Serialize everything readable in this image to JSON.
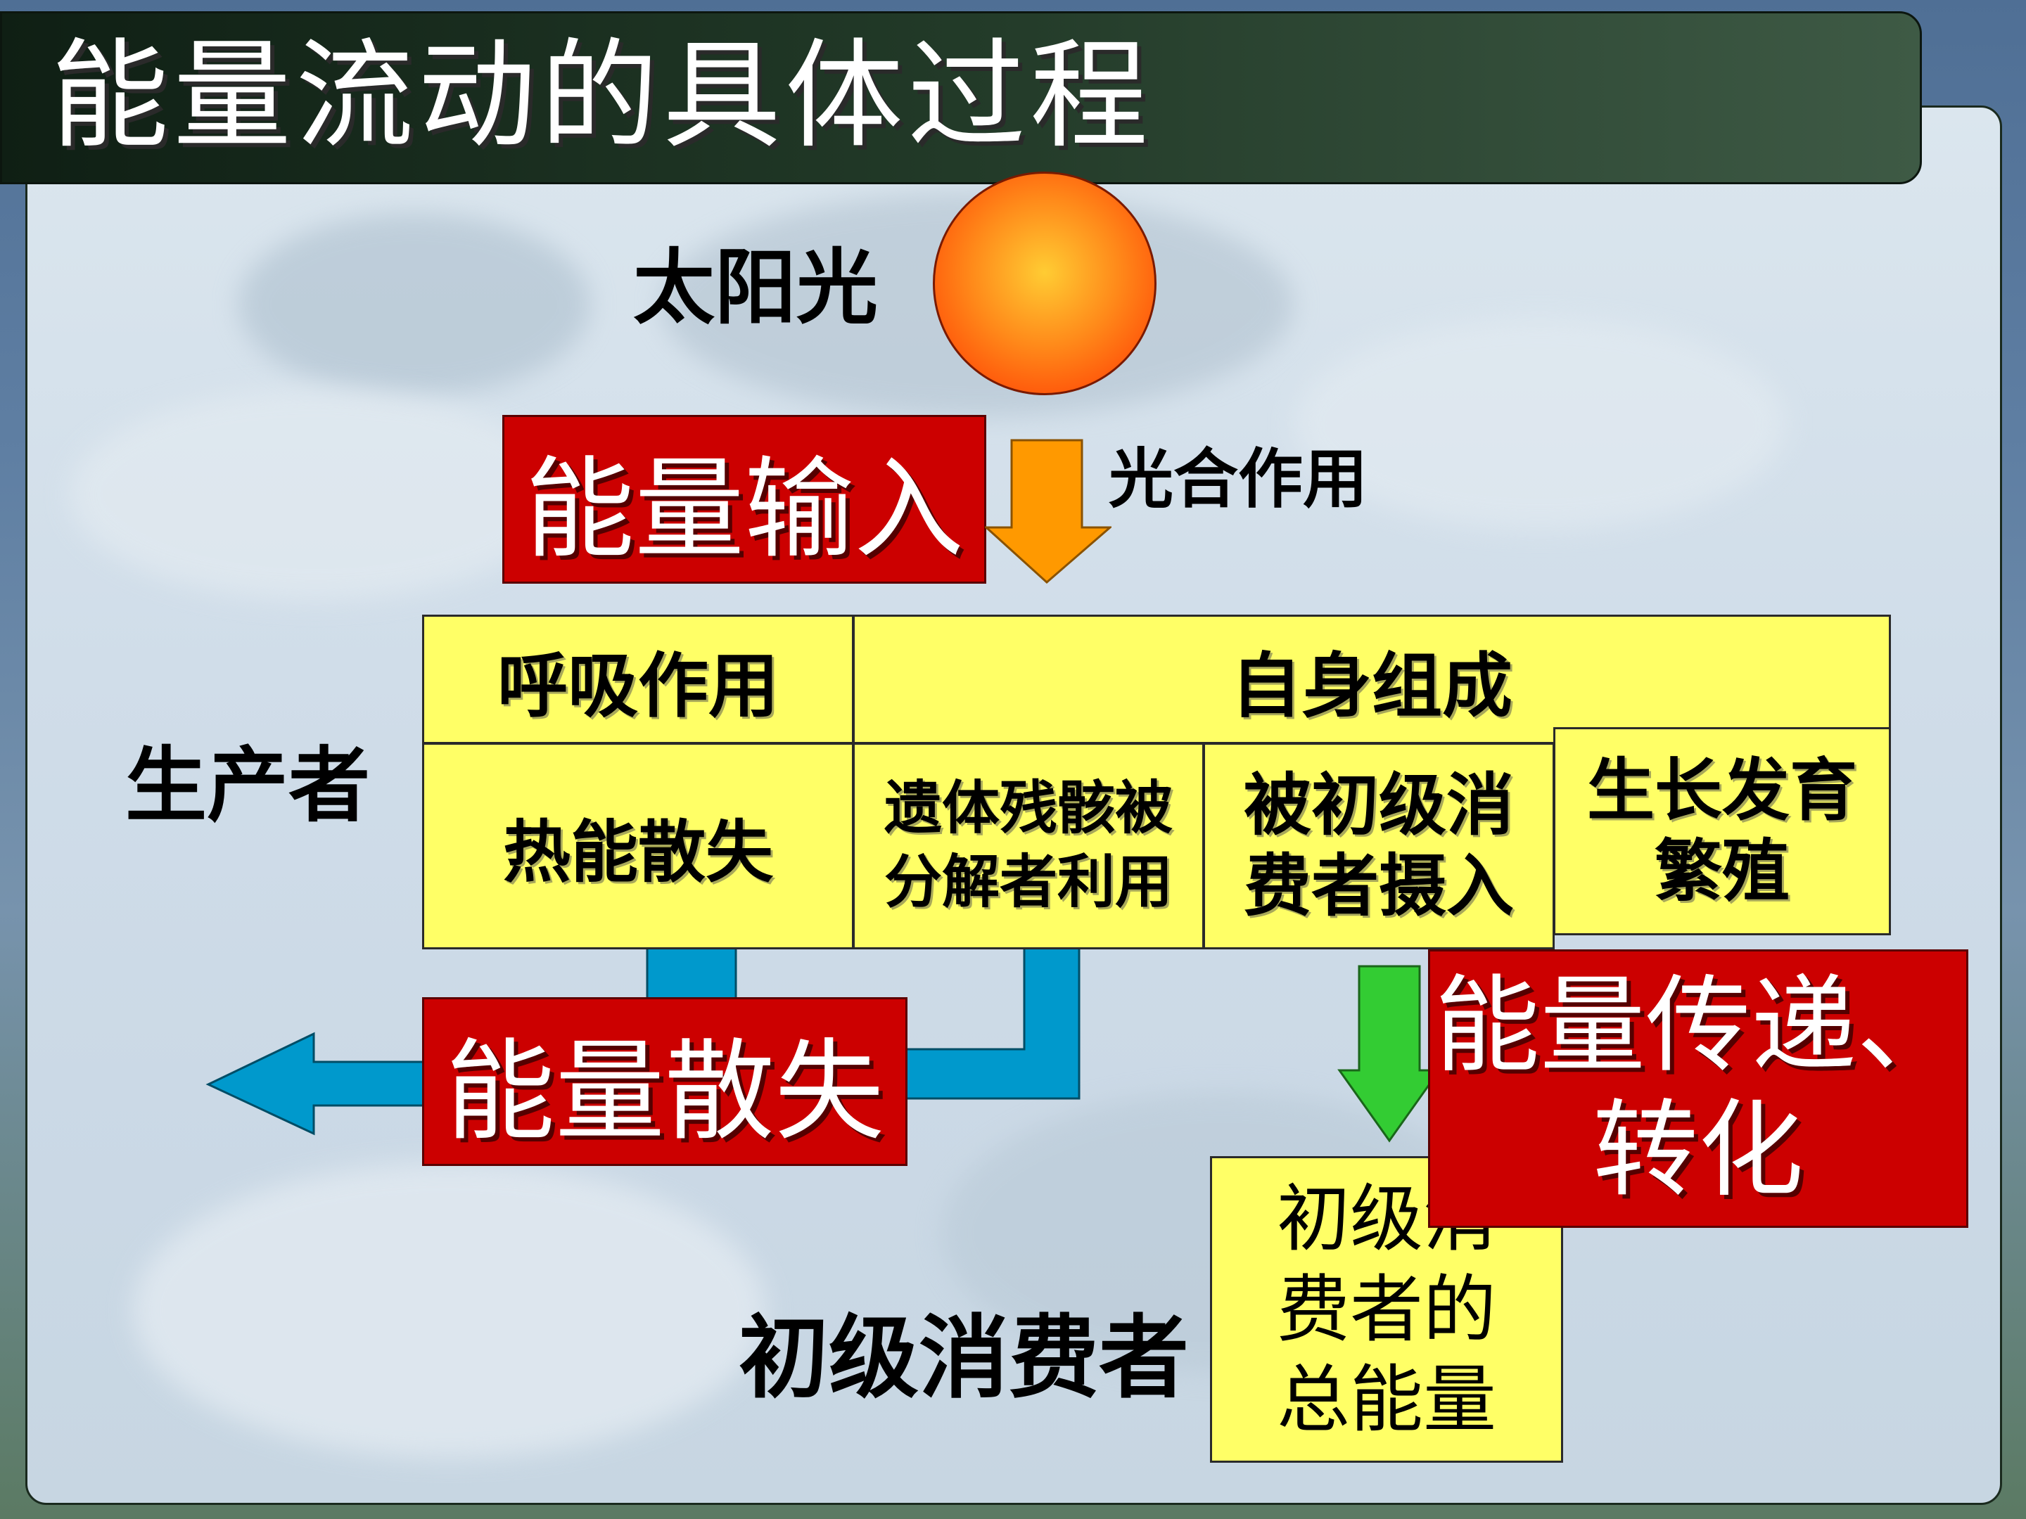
{
  "slide": {
    "title": "能量流动的具体过程",
    "sun_label": "太阳光",
    "photosynthesis_label": "光合作用",
    "producer_label": "生产者",
    "primary_consumer_label": "初级消费者"
  },
  "table": {
    "respiration": "呼吸作用",
    "self_composition": "自身组成",
    "heat_loss": "热能散失",
    "decomposed_line1": "遗体残骸被",
    "decomposed_line2": "分解者利用",
    "ingested_line1": "被初级消",
    "ingested_line2": "费者摄入",
    "growth_line1": "生长发育",
    "growth_line2": "繁殖"
  },
  "consumer_box": {
    "line1": "初级消",
    "line2": "费者的",
    "line3": "总能量"
  },
  "callouts": {
    "energy_input": "能量输入",
    "energy_loss": "能量散失",
    "energy_transfer_line1": "能量传递、",
    "energy_transfer_line2": "转化"
  },
  "colors": {
    "callout_red": "#cc0000",
    "table_yellow": "#ffff66",
    "input_arrow": "#ff9900",
    "loss_arrow": "#0099cc",
    "transfer_arrow": "#33cc33",
    "title_bar": "#1e3323"
  }
}
